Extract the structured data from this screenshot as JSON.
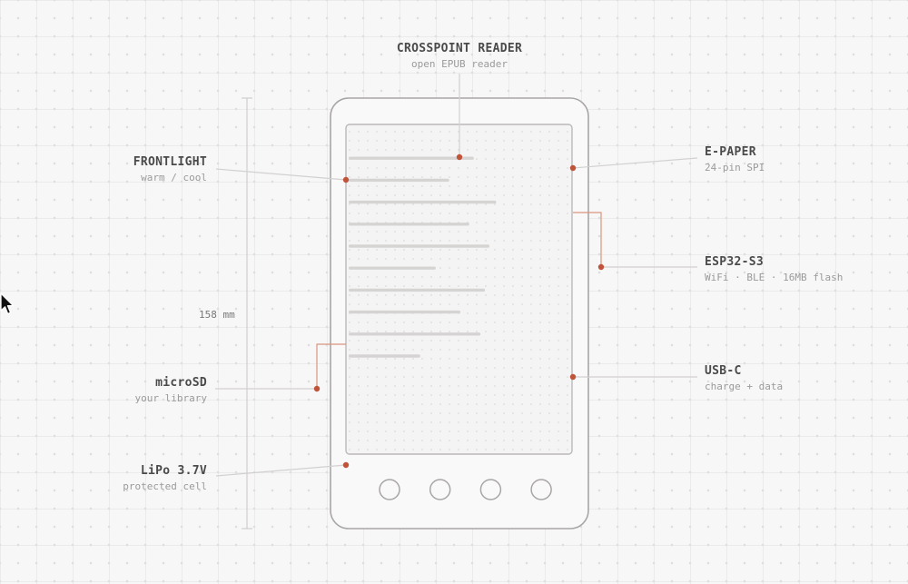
{
  "components": {
    "crosspoint": {
      "title": "CROSSPOINT READER",
      "subtitle": "open EPUB reader"
    },
    "frontlight": {
      "title": "FRONTLIGHT",
      "subtitle": "warm / cool"
    },
    "epaper": {
      "title": "E-PAPER",
      "subtitle": "24-pin SPI"
    },
    "esp32": {
      "title": "ESP32-S3",
      "subtitle": "WiFi · BLE · 16MB flash"
    },
    "microsd": {
      "title": "microSD",
      "subtitle": "your library"
    },
    "usbc": {
      "title": "USB-C",
      "subtitle": "charge + data"
    },
    "lipo": {
      "title": "LiPo 3.7V",
      "subtitle": "protected cell"
    }
  },
  "dimension": {
    "height_label": "158 mm"
  },
  "text_line_fractions": [
    0.56,
    0.45,
    0.66,
    0.54,
    0.63,
    0.39,
    0.61,
    0.5,
    0.59,
    0.32
  ],
  "device": {
    "button_count": 4
  },
  "colors": {
    "accent": "#c0543b",
    "outline": "#a9a5a5",
    "leader": "#d3d0d0",
    "text_line": "#d6d3d3"
  }
}
